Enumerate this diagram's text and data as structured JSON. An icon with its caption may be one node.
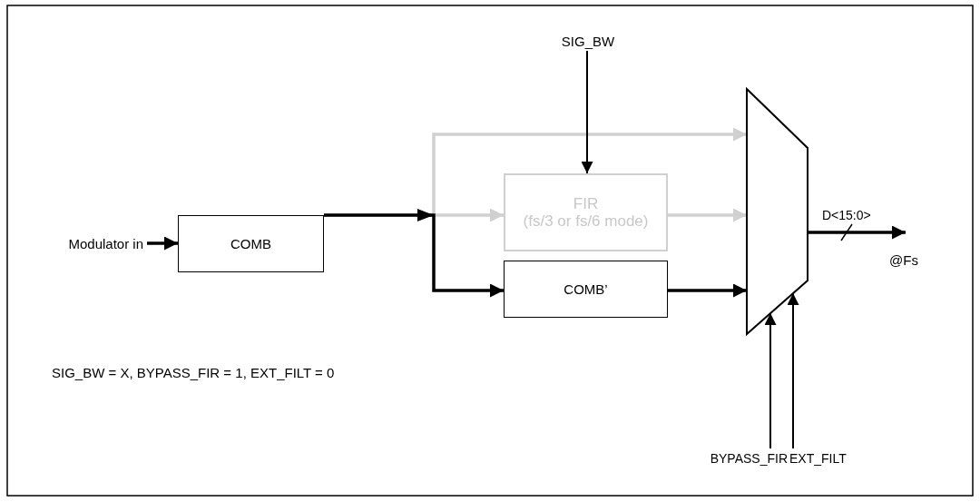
{
  "diagram": {
    "nodes": [
      {
        "text": [
          "Modulator in"
        ]
      },
      {
        "text": [
          "COMB"
        ]
      },
      {
        "text": [
          "FIR",
          "(fs/3 or fs/6 mode)"
        ]
      },
      {
        "text": [
          "COMB’"
        ]
      },
      {
        "text": [],
        "shape": "trapezoid"
      },
      {
        "text": [
          "SIG_BW"
        ]
      },
      {
        "text": [
          "BYPASS_FIR"
        ]
      },
      {
        "text": [
          "EXT_FILT"
        ]
      }
    ],
    "edges": [
      {
        "from": 0,
        "to": 1,
        "arrow": "to"
      },
      {
        "from": 1,
        "to": 4,
        "arrow": "to",
        "color": "#d0d0d0"
      },
      {
        "from": 1,
        "to": 2,
        "arrow": "to",
        "color": "#d0d0d0"
      },
      {
        "from": 1,
        "to": 3,
        "arrow": "to"
      },
      {
        "from": 2,
        "to": 4,
        "arrow": "to",
        "color": "#d0d0d0"
      },
      {
        "from": 3,
        "to": 4,
        "arrow": "to"
      },
      {
        "from": 5,
        "to": 2,
        "arrow": "to"
      },
      {
        "from": 6,
        "to": 4,
        "arrow": "to"
      },
      {
        "from": 7,
        "to": 4,
        "arrow": "to"
      },
      {
        "from": 4,
        "to": null,
        "arrow": "to",
        "label": "D<15:0>"
      }
    ],
    "labels": [
      "@Fs",
      "SIG_BW = X, BYPASS_FIR = 1, EXT_FILT = 0"
    ]
  }
}
